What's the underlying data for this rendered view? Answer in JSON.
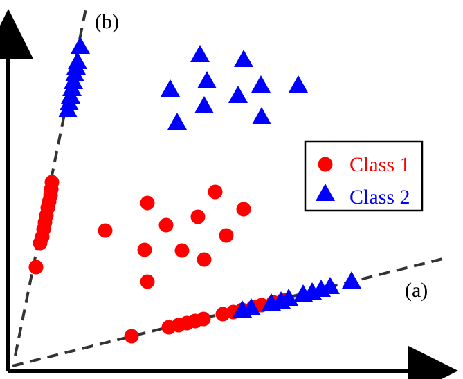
{
  "labels": {
    "projection_a": "(a)",
    "projection_b": "(b)"
  },
  "legend": {
    "class1_label": "Class 1",
    "class2_label": "Class 2"
  },
  "colors": {
    "class1": "#ff0000",
    "class2": "#0000ff",
    "axis": "#000000",
    "dashed_line": "#333333",
    "legend_border": "#000000"
  },
  "chart_data": {
    "type": "scatter",
    "title": "",
    "xlabel": "",
    "ylabel": "",
    "legend_position": "right",
    "series": [
      {
        "name": "Class 1",
        "marker": "circle",
        "color": "#ff0000",
        "points": [
          [
            152,
            334
          ],
          [
            213,
            294
          ],
          [
            240,
            326
          ],
          [
            286,
            314
          ],
          [
            311,
            278
          ],
          [
            352,
            303
          ],
          [
            209,
            362
          ],
          [
            263,
            363
          ],
          [
            295,
            376
          ],
          [
            327,
            341
          ],
          [
            213,
            408
          ]
        ]
      },
      {
        "name": "Class 2",
        "marker": "triangle",
        "color": "#0000ff",
        "points": [
          [
            289,
            78
          ],
          [
            352,
            85
          ],
          [
            246,
            128
          ],
          [
            299,
            116
          ],
          [
            344,
            137
          ],
          [
            377,
            122
          ],
          [
            431,
            122
          ],
          [
            256,
            176
          ],
          [
            295,
            152
          ],
          [
            378,
            168
          ]
        ]
      }
    ],
    "projection_a": {
      "class1_points": [
        [
          190,
          487
        ],
        [
          244,
          474
        ],
        [
          258,
          471
        ],
        [
          270,
          468
        ],
        [
          282,
          465
        ],
        [
          294,
          462
        ],
        [
          322,
          455
        ],
        [
          337,
          452
        ],
        [
          350,
          449
        ],
        [
          366,
          445
        ],
        [
          378,
          442
        ],
        [
          395,
          438
        ],
        [
          409,
          435
        ]
      ],
      "class2_points": [
        [
          350,
          448
        ],
        [
          363,
          445
        ],
        [
          392,
          438
        ],
        [
          406,
          435
        ],
        [
          417,
          431
        ],
        [
          438,
          425
        ],
        [
          451,
          422
        ],
        [
          464,
          418
        ],
        [
          477,
          414
        ],
        [
          508,
          406
        ]
      ]
    },
    "projection_b": {
      "class1_points": [
        [
          52,
          387
        ],
        [
          58,
          352
        ],
        [
          61,
          343
        ],
        [
          63,
          332
        ],
        [
          65,
          322
        ],
        [
          67,
          312
        ],
        [
          69,
          301
        ],
        [
          71,
          292
        ],
        [
          73,
          283
        ],
        [
          74,
          274
        ],
        [
          75,
          264
        ]
      ],
      "class2_points": [
        [
          98,
          158
        ],
        [
          100,
          148
        ],
        [
          102,
          138
        ],
        [
          104,
          127
        ],
        [
          106,
          117
        ],
        [
          108,
          106
        ],
        [
          110,
          96
        ],
        [
          112,
          88
        ],
        [
          116,
          66
        ]
      ]
    }
  }
}
